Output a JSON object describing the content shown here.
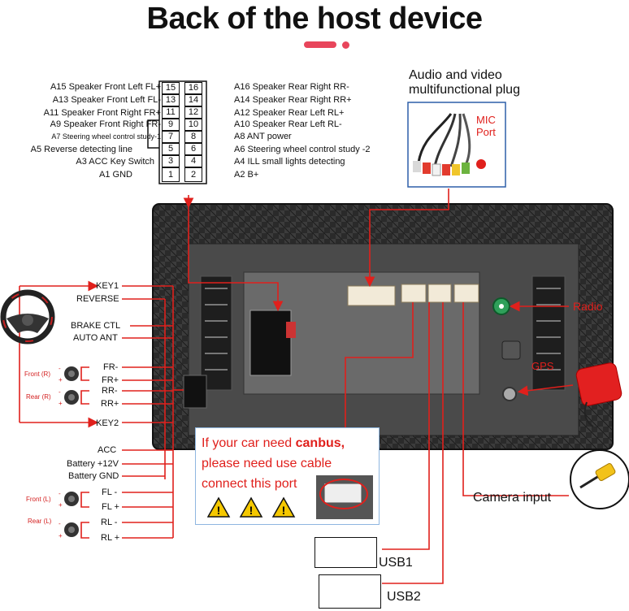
{
  "title": "Back of the host device",
  "colors": {
    "accent": "#e8455b",
    "wire": "#e0201c",
    "canbus_text": "#e0201c"
  },
  "connector_pins": [
    {
      "left_label": "A15  Speaker Front Left FL+",
      "left_pin": "15",
      "right_pin": "16",
      "right_label": "A16 Speaker Rear Right RR-"
    },
    {
      "left_label": "A13  Speaker Front Left FL-",
      "left_pin": "13",
      "right_pin": "14",
      "right_label": "A14 Speaker Rear Right RR+"
    },
    {
      "left_label": "A11  Speaker Front Right FR+",
      "left_pin": "11",
      "right_pin": "12",
      "right_label": "A12 Speaker Rear Left RL+"
    },
    {
      "left_label": "A9    Speaker Front Right FR-",
      "left_pin": "9",
      "right_pin": "10",
      "right_label": "A10 Speaker Rear Left RL-"
    },
    {
      "left_label": "A7  Steering wheel control study-1",
      "left_pin": "7",
      "right_pin": "8",
      "right_label": "A8  ANT power"
    },
    {
      "left_label": "A5   Reverse detecting line",
      "left_pin": "5",
      "right_pin": "6",
      "right_label": "A6  Steering wheel control study -2"
    },
    {
      "left_label": "A3 ACC Key Switch",
      "left_pin": "3",
      "right_pin": "4",
      "right_label": "A4  ILL small lights detecting"
    },
    {
      "left_label": "A1 GND",
      "left_pin": "1",
      "right_pin": "2",
      "right_label": "A2  B+"
    }
  ],
  "av_plug": {
    "title_line1": "Audio and video",
    "title_line2": "multifunctional plug",
    "mic_line1": "MIC",
    "mic_line2": "Port"
  },
  "harness_labels": {
    "key1": "KEY1",
    "reverse": "REVERSE",
    "brake": "BRAKE CTL",
    "auto_ant": "AUTO ANT",
    "fr_minus": "FR-",
    "fr_plus": "FR+",
    "rr_minus": "RR-",
    "rr_plus": "RR+",
    "key2": "KEY2",
    "acc": "ACC",
    "battery_12v": "Battery +12V",
    "battery_gnd": "Battery GND",
    "fl_minus": "FL -",
    "fl_plus": "FL +",
    "rl_minus": "RL -",
    "rl_plus": "RL +"
  },
  "speakers": {
    "front_r": "Front (R)",
    "rear_r": "Rear (R)",
    "front_l": "Front (L)",
    "rear_l": "Rear (L)",
    "minus": "-",
    "plus": "+"
  },
  "right_labels": {
    "radio": "Radio",
    "gps": "GPS",
    "camera": "Camera input"
  },
  "canbus": {
    "line1_prefix": "If your car need ",
    "line1_bold": "canbus,",
    "line2": "please need use cable",
    "line3": "connect this port"
  },
  "usb": {
    "usb1": "USB1",
    "usb2": "USB2"
  }
}
